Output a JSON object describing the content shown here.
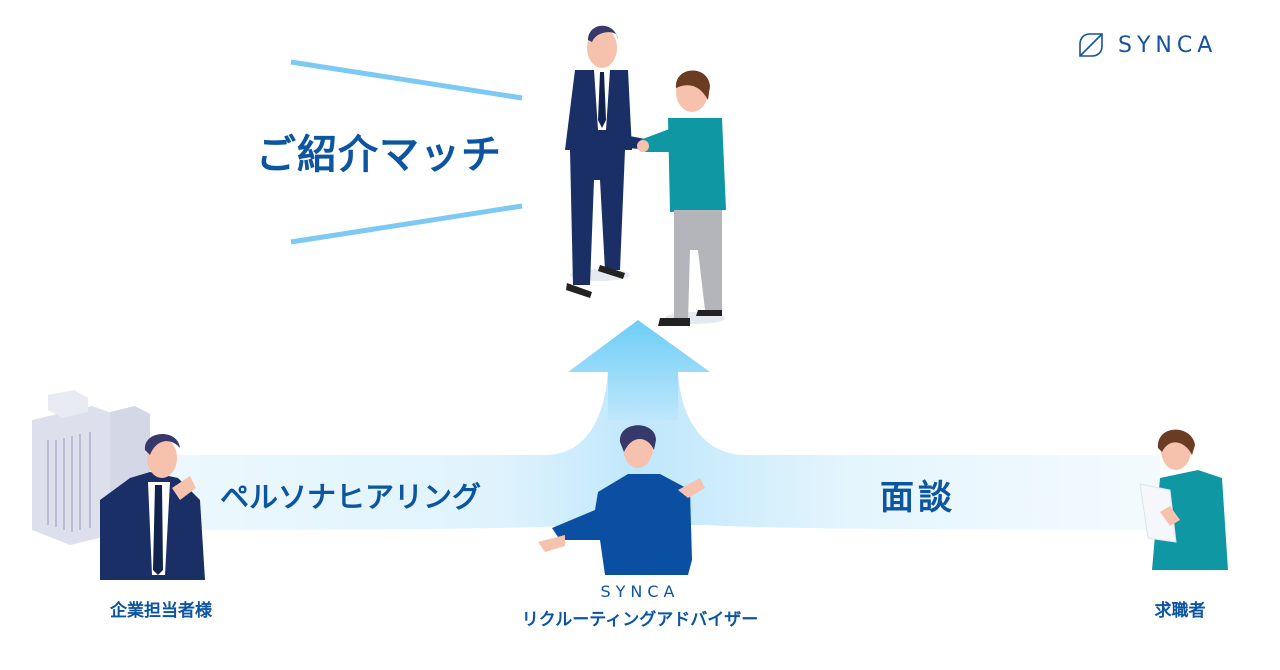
{
  "logo": {
    "text": "SYNCA",
    "icon": "synca-leaf-icon",
    "color": "#1553a1"
  },
  "headline": {
    "text": "ご紹介マッチ",
    "color": "#0c55a0"
  },
  "flows": {
    "left_label": "ペルソナヒアリング",
    "right_label": "面談",
    "band_color": "#d6f0fc",
    "arrow_color": "#6dcdf7"
  },
  "roles": {
    "company": {
      "label": "企業担当者様",
      "icon": "businessman-thinking-icon"
    },
    "advisor": {
      "brand": "SYNCA",
      "label": "リクルーティングアドバイザー",
      "icon": "advisor-presenting-icon"
    },
    "candidate": {
      "label": "求職者",
      "icon": "candidate-reading-icon"
    }
  },
  "top_scene": {
    "icon": "handshake-icon"
  },
  "colors": {
    "text_primary": "#0c55a0",
    "suit_navy": "#1a2f66",
    "teal_shirt": "#0f97a3",
    "advisor_blue": "#0b4fa3",
    "accent_lines": "#7ccaf3"
  }
}
